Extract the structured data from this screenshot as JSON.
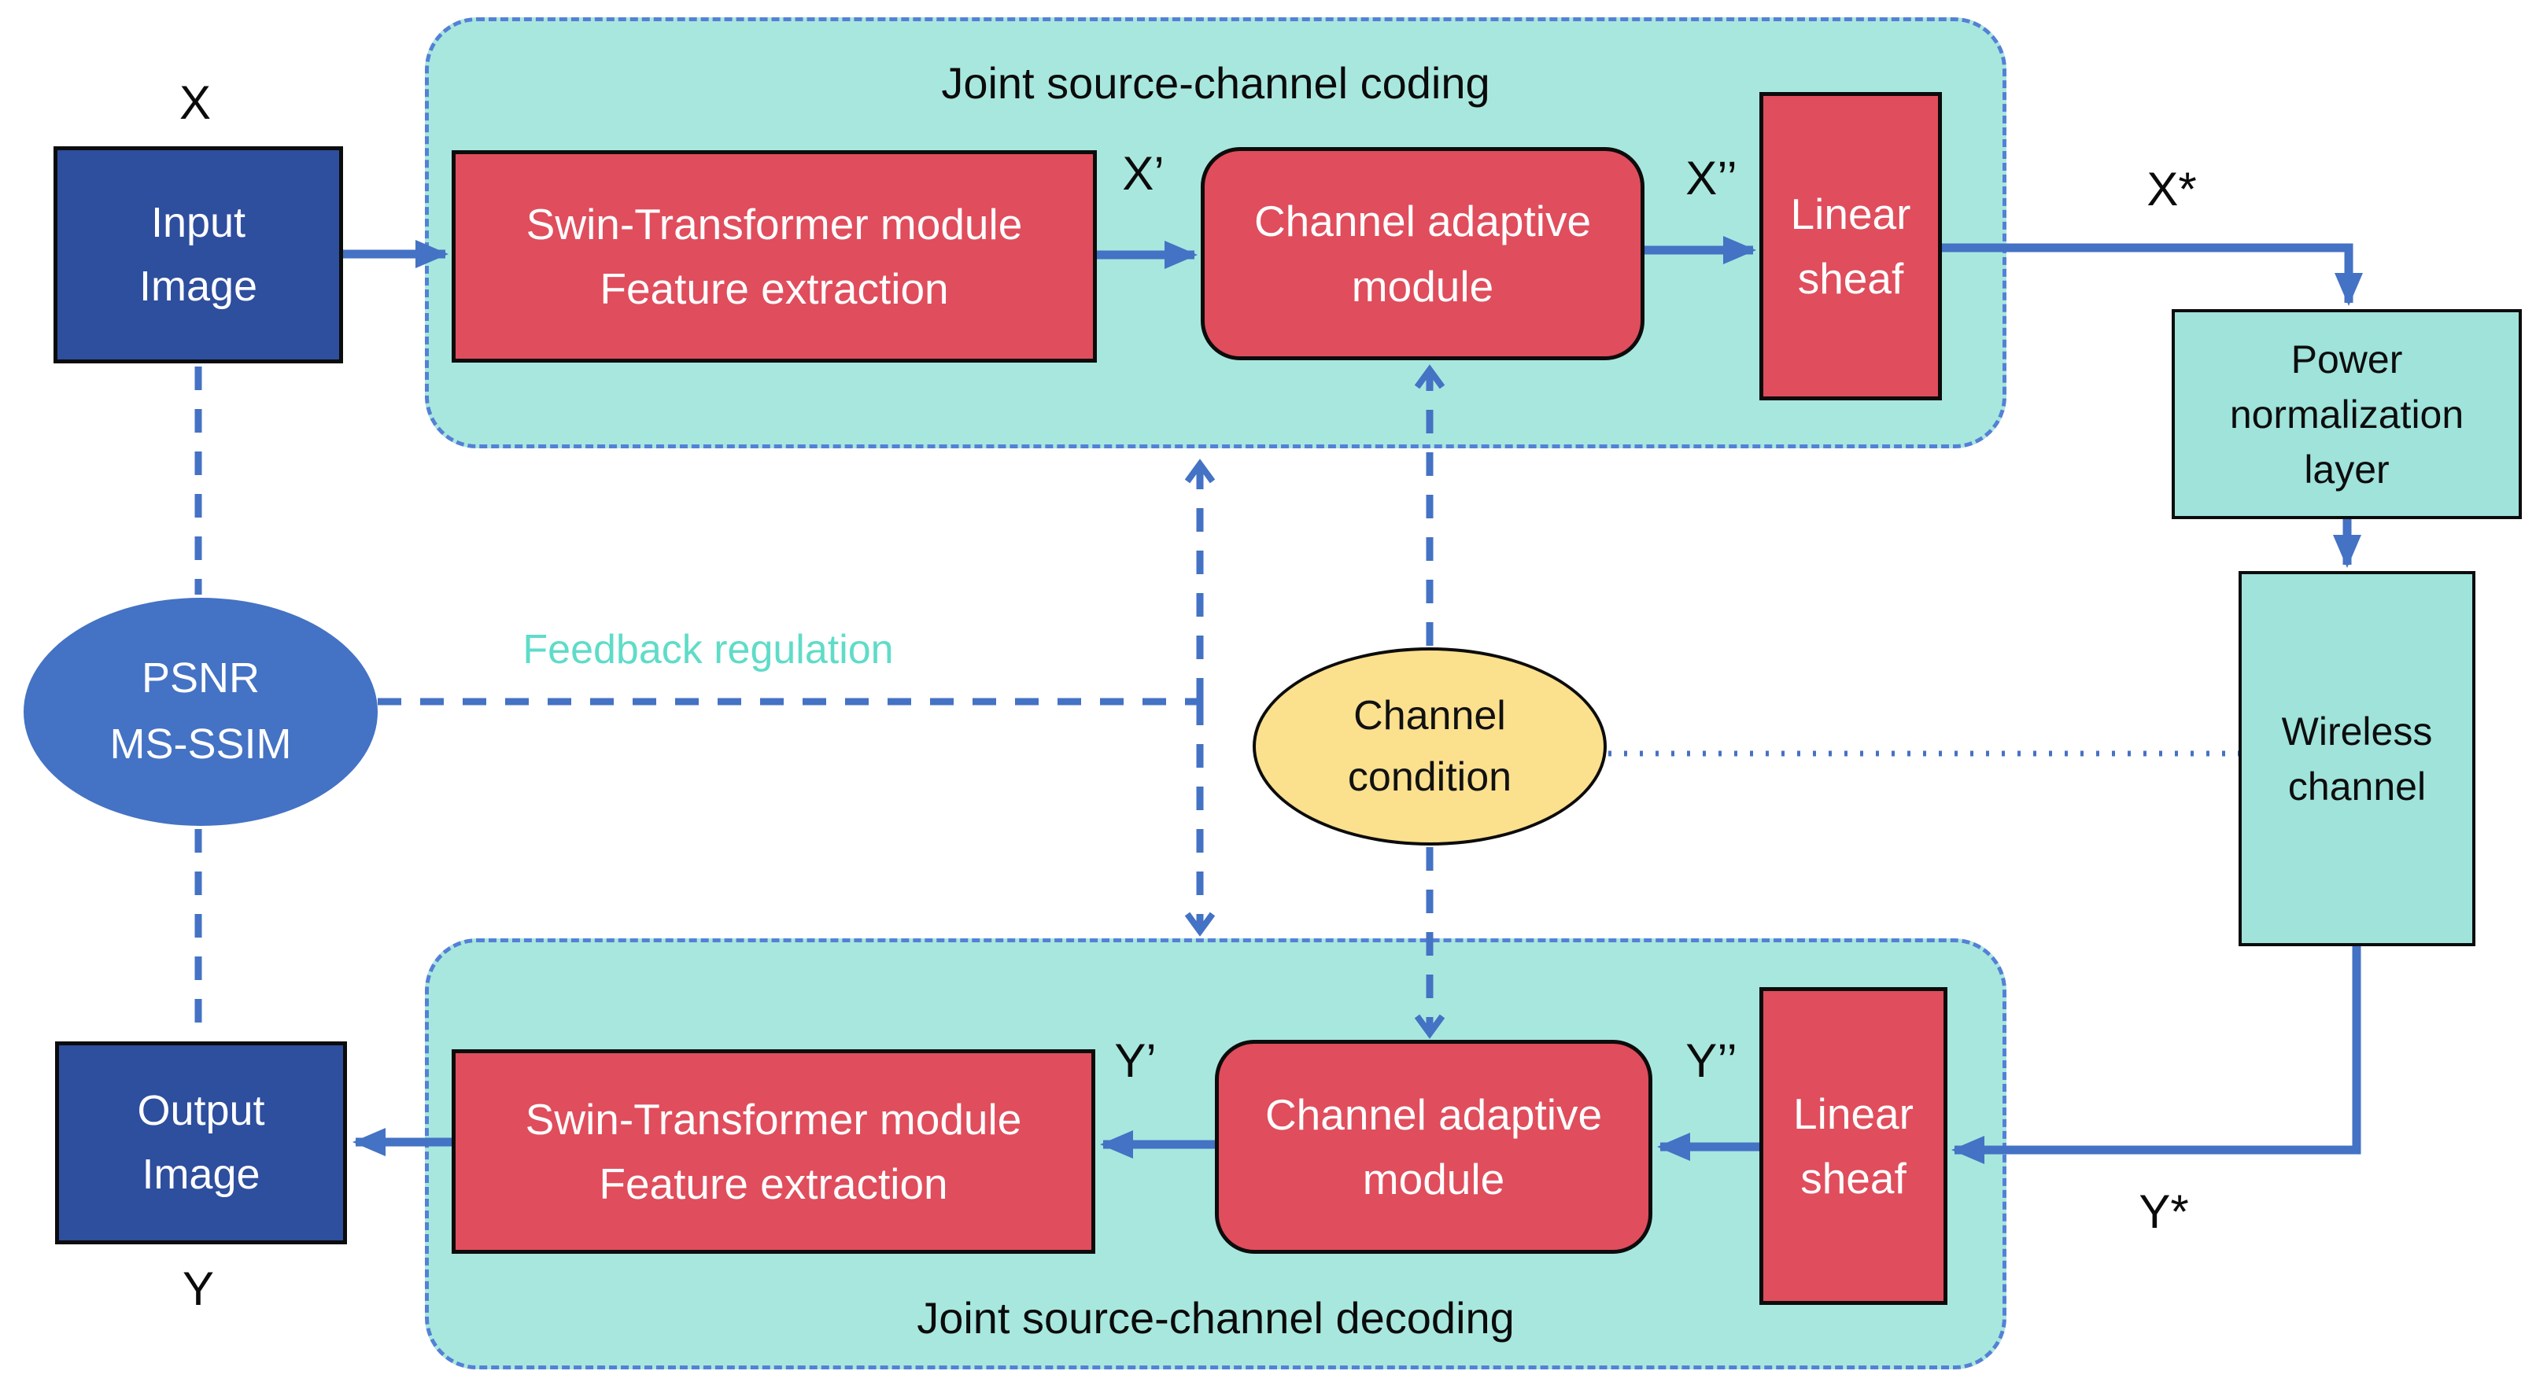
{
  "diagram": {
    "encoder": {
      "title": "Joint source-channel coding",
      "swin": "Swin-Transformer module\nFeature extraction",
      "channel_adaptive": "Channel adaptive\nmodule",
      "linear_sheaf": "Linear\nsheaf"
    },
    "decoder": {
      "title": "Joint source-channel decoding",
      "swin": "Swin-Transformer module\nFeature extraction",
      "channel_adaptive": "Channel adaptive\nmodule",
      "linear_sheaf": "Linear\nsheaf"
    },
    "nodes": {
      "input_image": "Input\nImage",
      "output_image": "Output\nImage",
      "power_normalization": "Power\nnormalization\nlayer",
      "wireless_channel": "Wireless\nchannel",
      "psnr_ms_ssim": "PSNR\nMS-SSIM",
      "channel_condition": "Channel\ncondition"
    },
    "signals": {
      "x": "X",
      "x_prime": "X’",
      "x_double_prime": "X’’",
      "x_star": "X*",
      "y": "Y",
      "y_prime": "Y’",
      "y_double_prime": "Y’’",
      "y_star": "Y*"
    },
    "feedback_label": "Feedback regulation",
    "colors": {
      "arrow_blue": "#4472C4",
      "container_teal": "#A8E7DE",
      "container_border_blue": "#5580D6",
      "node_teal": "#9FE3DB",
      "dark_blue": "#2E4E9E",
      "red": "#E04D5C",
      "yellow": "#FBE08E",
      "feedback_text_teal": "#5FDCC8",
      "black_border": "#0c0c0c"
    }
  }
}
